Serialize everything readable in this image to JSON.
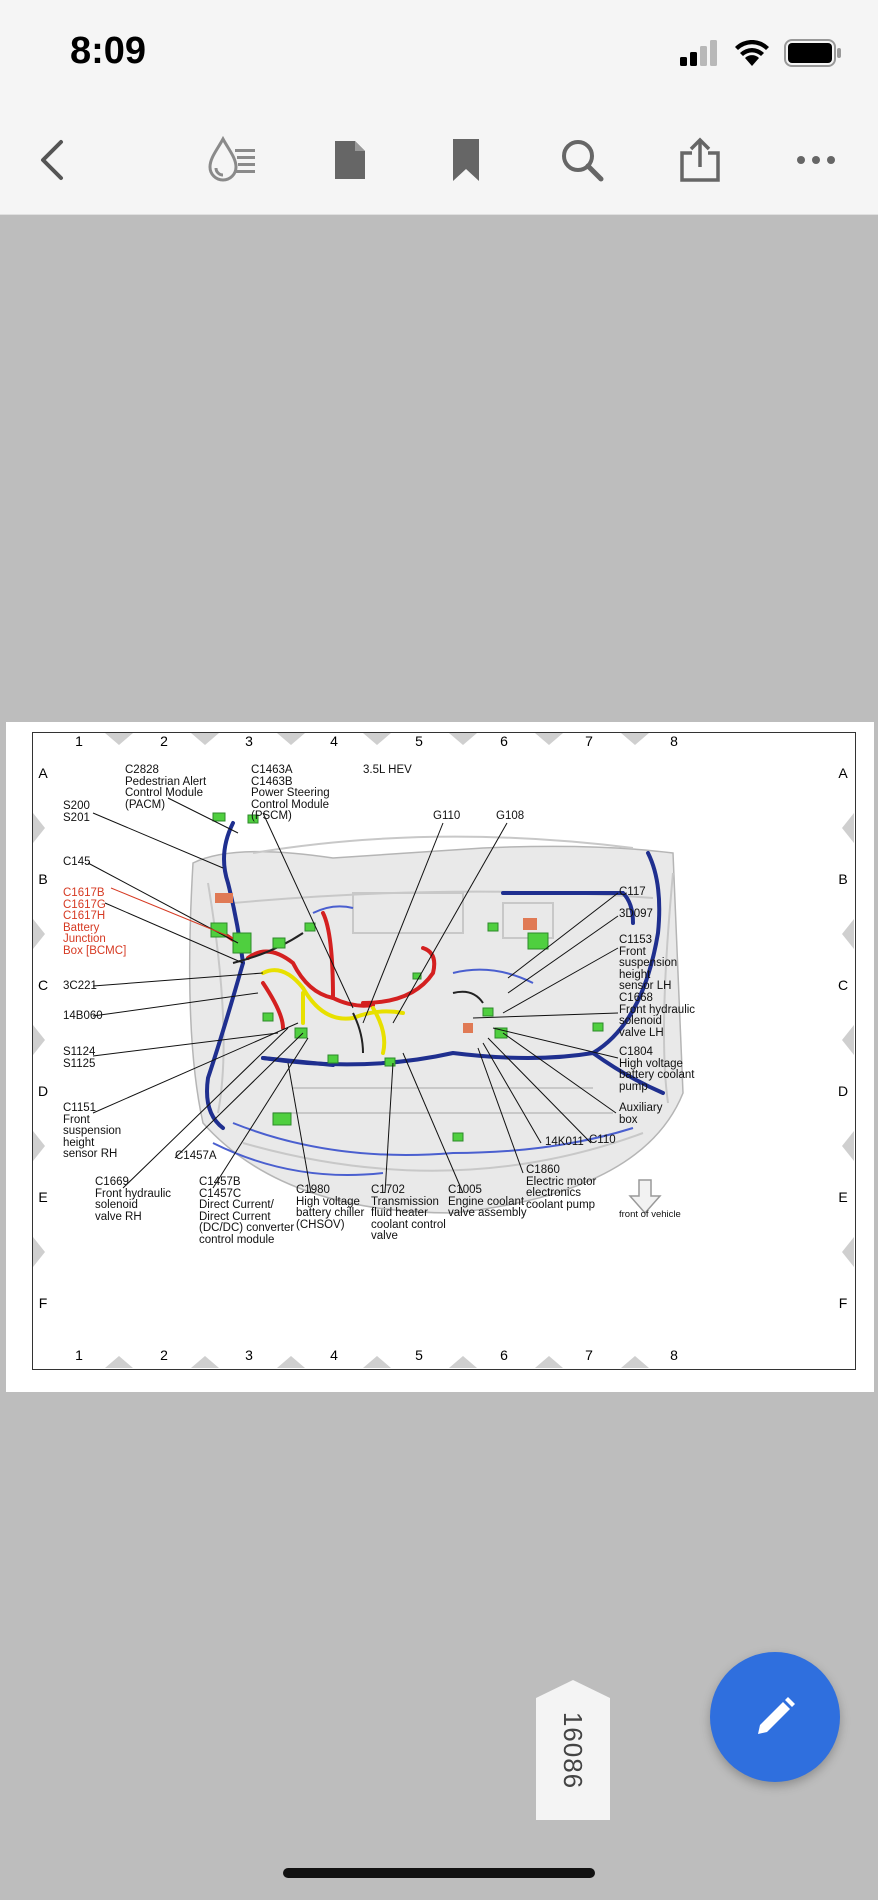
{
  "status_bar": {
    "time": "8:09"
  },
  "toolbar": {
    "buttons": [
      {
        "name": "back-button",
        "icon": "chevron-left-icon"
      },
      {
        "name": "reading-mode-button",
        "icon": "drop-lines-icon"
      },
      {
        "name": "document-button",
        "icon": "document-icon"
      },
      {
        "name": "bookmark-button",
        "icon": "bookmark-icon"
      },
      {
        "name": "search-button",
        "icon": "search-icon"
      },
      {
        "name": "share-button",
        "icon": "share-icon"
      },
      {
        "name": "more-button",
        "icon": "more-icon"
      }
    ]
  },
  "diagram": {
    "title": "3.5L HEV",
    "column_numbers": [
      "1",
      "2",
      "3",
      "4",
      "5",
      "6",
      "7",
      "8"
    ],
    "row_letters": [
      "A",
      "B",
      "C",
      "D",
      "E",
      "F"
    ],
    "labels": {
      "c2828": "C2828\nPedestrian Alert\nControl Module\n(PACM)",
      "c1463": "C1463A\nC1463B\nPower Steering\nControl Module\n(PSCM)",
      "s200": "S200\nS201",
      "g110": "G110",
      "g108": "G108",
      "c145": "C145",
      "c1617": "C1617B\nC1617G\nC1617H\nBattery\nJunction\nBox [BCMC]",
      "c117": "C117",
      "3d097": "3D097",
      "c1153": "C1153\nFront\nsuspension\nheight\nsensor LH",
      "3c221": "3C221",
      "c1668": "C1668\nFront hydraulic\nsolenoid\nvalve LH",
      "14b060": "14B060",
      "s1124": "S1124\nS1125",
      "c1804": "C1804\nHigh voltage\nbattery coolant\npump",
      "c1151": "C1151\nFront\nsuspension\nheight\nsensor RH",
      "aux": "Auxiliary\nbox",
      "14k011": "14K011",
      "c110": "C110",
      "c1457a": "C1457A",
      "c1860": "C1860\nElectric motor\nelectronics\ncoolant pump",
      "c1669": "C1669\nFront hydraulic\nsolenoid\nvalve RH",
      "c1457b": "C1457B\nC1457C\nDirect Current/\nDirect Current\n(DC/DC) converter\ncontrol module",
      "c1980": "C1980\nHigh voltage\nbattery chiller\n(CHSOV)",
      "c1702": "C1702\nTransmission\nfluid heater\ncoolant control\nvalve",
      "c1005": "C1005\nEngine coolant\nvalve assembly",
      "front": "front of vehicle"
    }
  },
  "page_tab": {
    "label": "16086"
  },
  "fab": {
    "icon": "pencil-icon"
  },
  "colors": {
    "accent": "#2f6fde",
    "red_label": "#d63a23"
  }
}
